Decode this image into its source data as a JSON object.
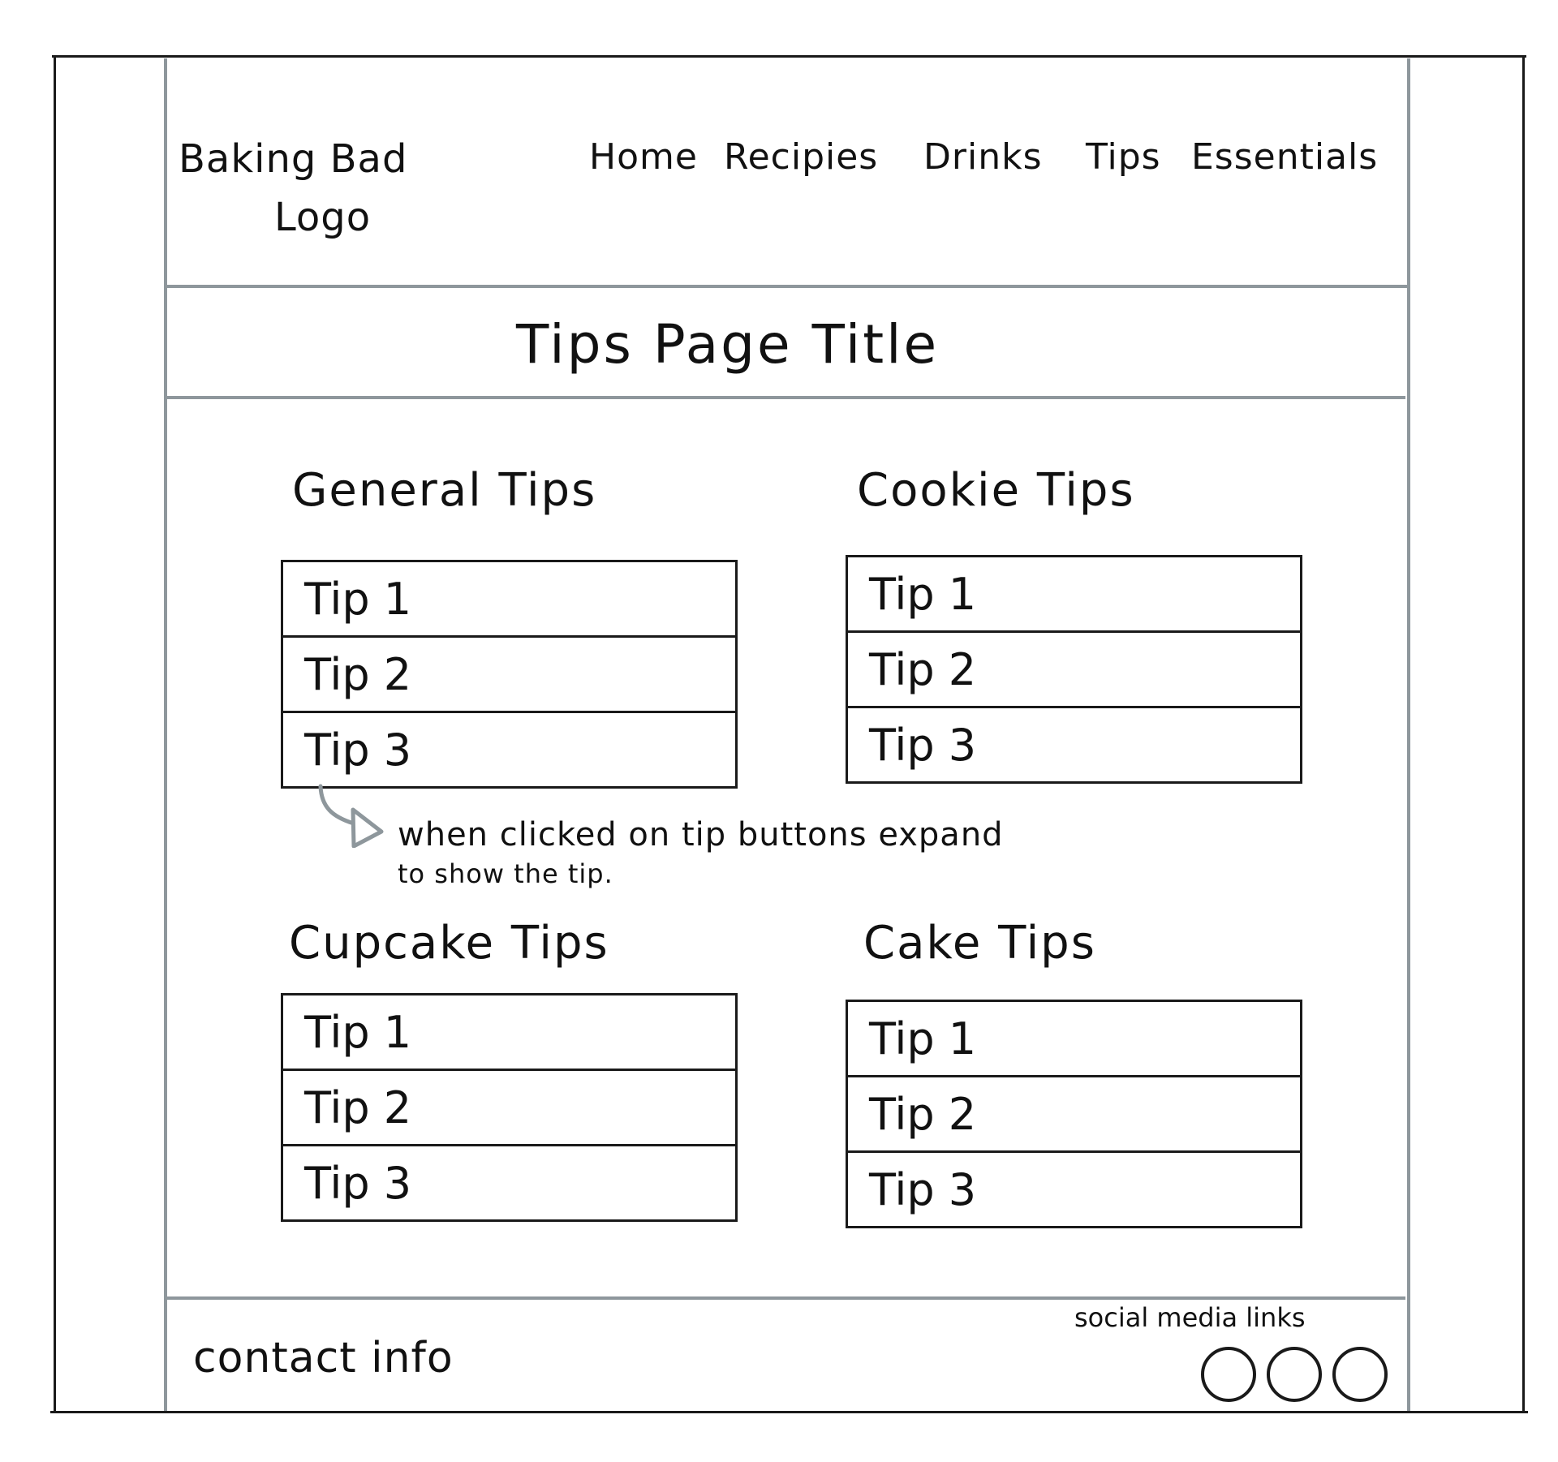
{
  "header": {
    "logo_line1": "Baking Bad",
    "logo_line2": "Logo",
    "nav": [
      {
        "label": "Home"
      },
      {
        "label": "Recipies"
      },
      {
        "label": "Drinks"
      },
      {
        "label": "Tips"
      },
      {
        "label": "Essentials"
      }
    ]
  },
  "page_title": "Tips Page Title",
  "sections": [
    {
      "title": "General Tips",
      "tips": [
        "Tip 1",
        "Tip 2",
        "Tip 3"
      ]
    },
    {
      "title": "Cookie Tips",
      "tips": [
        "Tip 1",
        "Tip 2",
        "Tip 3"
      ]
    },
    {
      "title": "Cupcake Tips",
      "tips": [
        "Tip 1",
        "Tip 2",
        "Tip 3"
      ]
    },
    {
      "title": "Cake Tips",
      "tips": [
        "Tip 1",
        "Tip 2",
        "Tip 3"
      ]
    }
  ],
  "annotation": {
    "line1": "when clicked on tip buttons expand",
    "line2": "to show the tip."
  },
  "footer": {
    "contact": "contact info",
    "social_label": "social media links",
    "social_count": 3
  },
  "colors": {
    "outer_frame": "#1a1a1a",
    "inner_frame": "#8e979c",
    "arrow": "#8e979c"
  }
}
